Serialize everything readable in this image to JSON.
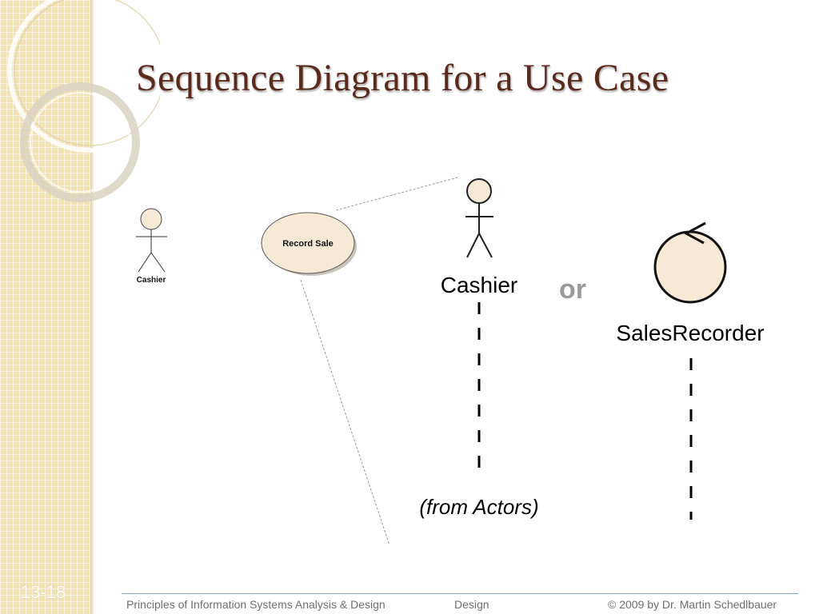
{
  "slide": {
    "title": "Sequence Diagram for a Use Case",
    "page_number": "13-18"
  },
  "footer": {
    "course": "Principles of Information Systems Analysis & Design",
    "section": "Design",
    "copyright": "© 2009 by Dr. Martin Schedlbauer"
  },
  "diagram": {
    "small_actor_label": "Cashier",
    "use_case_label": "Record Sale",
    "lifeline_actor_label": "Cashier",
    "lifeline_actor_note": "(from Actors)",
    "or_label": "or",
    "control_object_label": "SalesRecorder"
  },
  "colors": {
    "title": "#5a2a1c",
    "side_strip": "#f3e2b4",
    "figure_fill": "#f6ead6",
    "or_text": "#9a9a9a",
    "footer_rule": "#7aa7c2"
  }
}
